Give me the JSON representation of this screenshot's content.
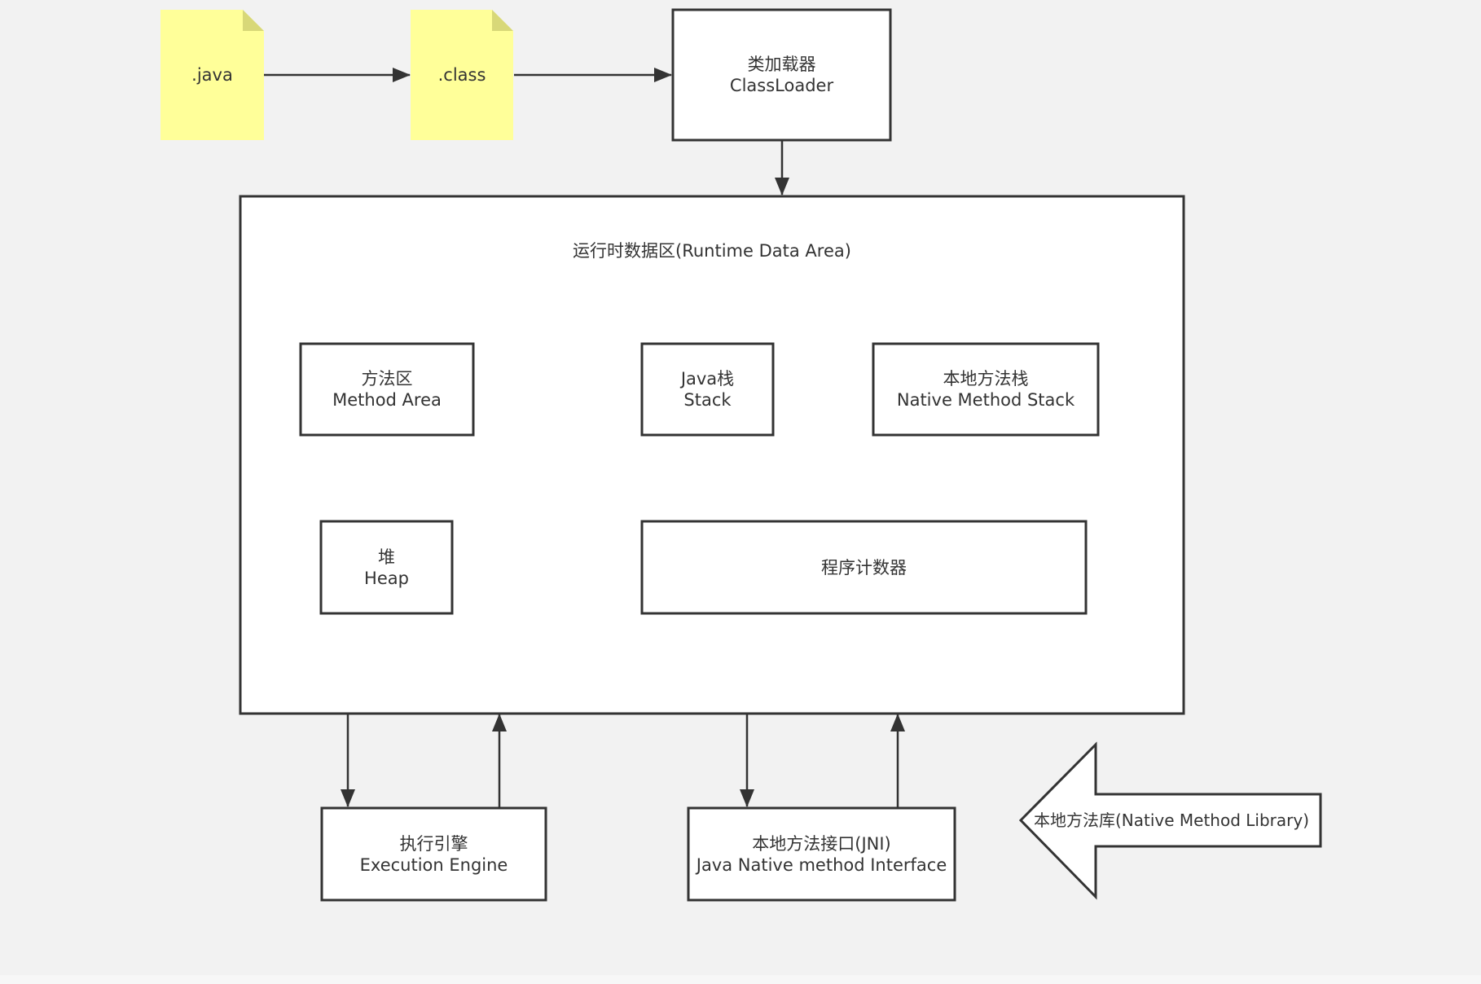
{
  "colors": {
    "background": "#f2f2f2",
    "note_fill": "#ffff99",
    "note_fold": "#d8d878",
    "stroke": "#333333",
    "box_fill": "#ffffff",
    "text": "#333333"
  },
  "nodes": {
    "java_file": {
      "label": ".java"
    },
    "class_file": {
      "label": ".class"
    },
    "class_loader": {
      "line1": "类加载器",
      "line2": "ClassLoader"
    },
    "runtime_data_area": {
      "label": "运行时数据区(Runtime Data Area)"
    },
    "method_area": {
      "line1": "方法区",
      "line2": "Method Area"
    },
    "java_stack": {
      "line1": "Java栈",
      "line2": "Stack"
    },
    "native_method_stack": {
      "line1": "本地方法栈",
      "line2": "Native Method Stack"
    },
    "heap": {
      "line1": "堆",
      "line2": "Heap"
    },
    "program_counter": {
      "label": "程序计数器"
    },
    "execution_engine": {
      "line1": "执行引擎",
      "line2": "Execution Engine"
    },
    "jni": {
      "line1": "本地方法接口(JNI)",
      "line2": "Java Native method Interface"
    },
    "native_method_library": {
      "label": "本地方法库(Native Method Library)"
    }
  }
}
